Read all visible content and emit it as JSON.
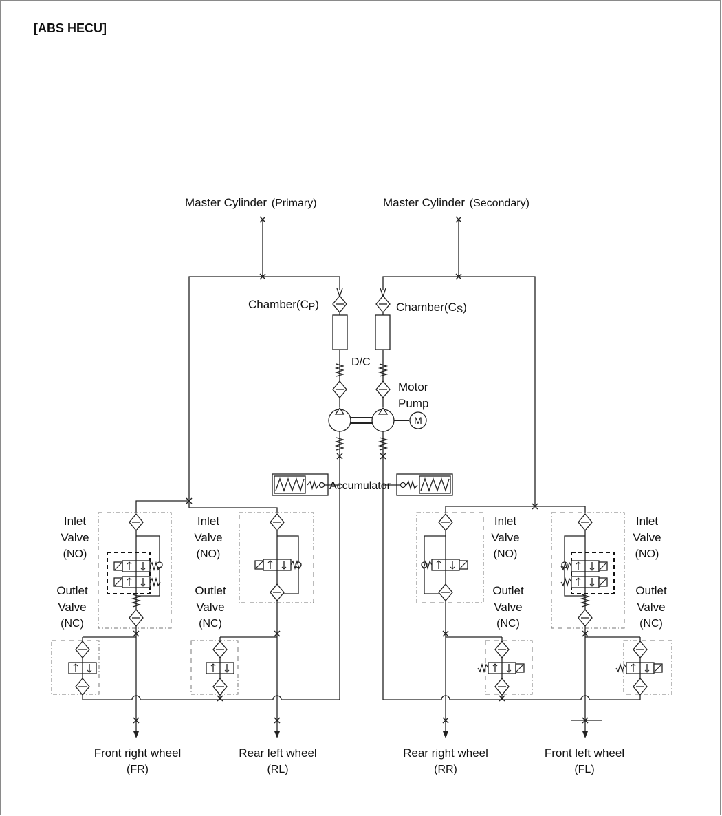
{
  "title": "[ABS HECU]",
  "labels": {
    "mc_primary": "Master Cylinder",
    "mc_primary_sub": "(Primary)",
    "mc_secondary": "Master Cylinder",
    "mc_secondary_sub": "(Secondary)",
    "chamber_p": "Chamber(C",
    "chamber_p_sub": "P",
    "chamber_s": "Chamber(C",
    "chamber_s_sub": "S",
    "close_paren": ")",
    "dc": "D/C",
    "motor": "Motor",
    "pump": "Pump",
    "motor_symbol": "M",
    "accumulator": "Accumulator",
    "inlet": "Inlet",
    "valve": "Valve",
    "no": "(NO)",
    "outlet": "Outlet",
    "nc": "(NC)"
  },
  "wheels": [
    {
      "name": "Front right wheel",
      "code": "(FR)"
    },
    {
      "name": "Rear left wheel",
      "code": "(RL)"
    },
    {
      "name": "Rear right wheel",
      "code": "(RR)"
    },
    {
      "name": "Front left wheel",
      "code": "(FL)"
    }
  ]
}
